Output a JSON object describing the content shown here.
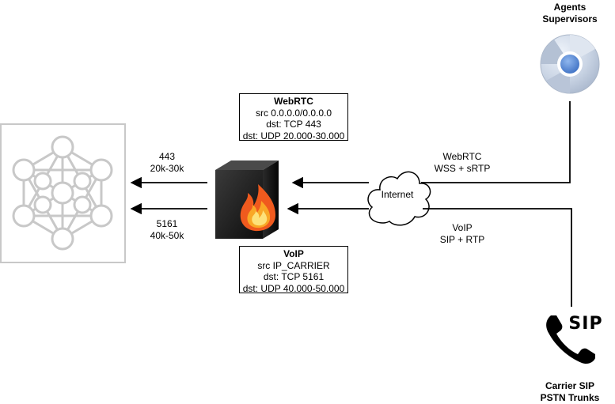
{
  "nodes": {
    "agents": {
      "line1": "Agents",
      "line2": "Supervisors"
    },
    "carrier": {
      "line1": "Carrier SIP",
      "line2": "PSTN Trunks"
    },
    "internet": {
      "label": "Internet"
    },
    "sip_icon": {
      "text": "SIP"
    }
  },
  "edges": {
    "webrtc_inbound": {
      "line1": "WebRTC",
      "line2": "WSS + sRTP"
    },
    "voip_inbound": {
      "line1": "VoIP",
      "line2": "SIP + RTP"
    },
    "webrtc_forward": {
      "line1": "443",
      "line2": "20k-30k"
    },
    "voip_forward": {
      "line1": "5161",
      "line2": "40k-50k"
    }
  },
  "rules": {
    "webrtc": {
      "title": "WebRTC",
      "lines": [
        "src 0.0.0.0/0.0.0.0",
        "dst: TCP 443",
        "dst: UDP 20.000-30.000"
      ]
    },
    "voip": {
      "title": "VoIP",
      "lines": [
        "src IP_CARRIER",
        "dst: TCP 5161",
        "dst: UDP 40.000-50.000"
      ]
    }
  },
  "colors": {
    "line": "#000000",
    "node_gray": "#c8c8c8",
    "firewall_dark": "#1a1a1a",
    "flame_orange": "#f05a1e",
    "chrome_blue": "#5a8fd6"
  }
}
